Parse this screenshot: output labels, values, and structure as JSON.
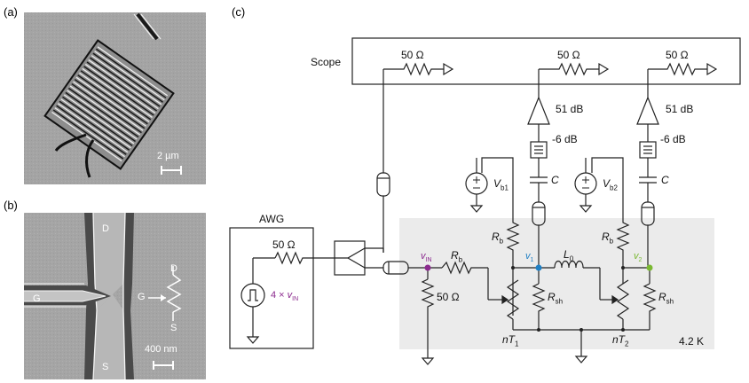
{
  "panels": {
    "a": "(a)",
    "b": "(b)",
    "c": "(c)"
  },
  "panel_a": {
    "scale_bar": "2 µm"
  },
  "panel_b": {
    "scale_bar": "400 nm",
    "electrode_D": "D",
    "electrode_G": "G",
    "electrode_S": "S",
    "symbol_D": "D",
    "symbol_G": "G",
    "symbol_S": "S"
  },
  "circuit": {
    "scope": "Scope",
    "scope_r1": "50 Ω",
    "scope_r2": "50 Ω",
    "scope_r3": "50 Ω",
    "amp1": "51 dB",
    "amp2": "51 dB",
    "att1": "-6 dB",
    "att2": "-6 dB",
    "vb1_v": "V",
    "vb1_sub": "b1",
    "vb2_v": "V",
    "vb2_sub": "b2",
    "c1": "C",
    "c2": "C",
    "awg": "AWG",
    "awg_r": "50 Ω",
    "awg_gain": "4 × ",
    "awg_v": "v",
    "awg_sub": "IN",
    "vin_v": "v",
    "vin_sub": "IN",
    "rb_main_r": "R",
    "rb_main_sub": "b",
    "term_r": "50 Ω",
    "rb1_r": "R",
    "rb1_sub": "b",
    "rb2_r": "R",
    "rb2_sub": "b",
    "v1_v": "v",
    "v1_sub": "1",
    "v2_v": "v",
    "v2_sub": "2",
    "l0_l": "L",
    "l0_sub": "0",
    "rsh1_r": "R",
    "rsh1_sub": "sh",
    "rsh2_r": "R",
    "rsh2_sub": "sh",
    "nt1_n": "nT",
    "nt1_sub": "1",
    "nt2_n": "nT",
    "nt2_sub": "2",
    "temp": "4.2 K"
  },
  "colors": {
    "vin": "#8b2a8e",
    "v1": "#1f7fc4",
    "v2": "#7ab832",
    "cryo_bg": "#ebebeb",
    "sem_bg": "#a5a5a5"
  }
}
